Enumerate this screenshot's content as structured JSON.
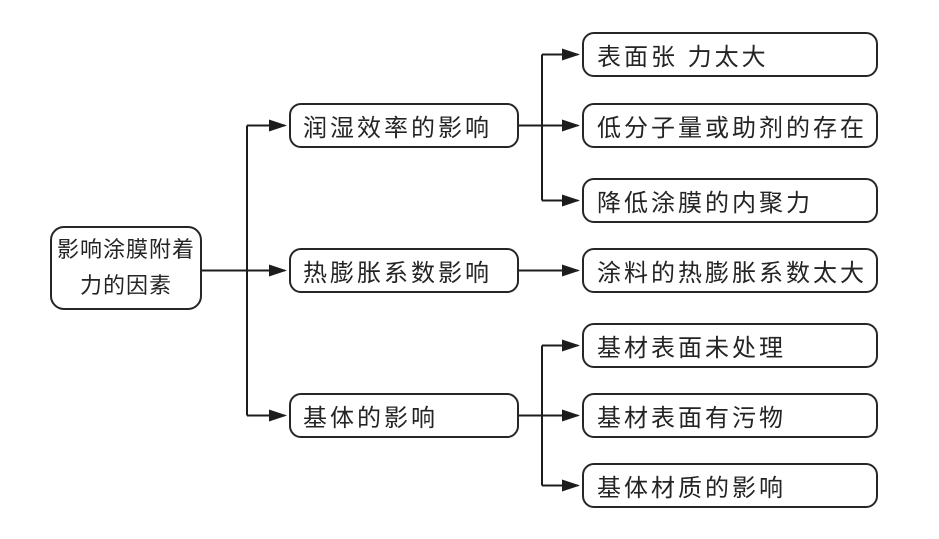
{
  "diagram": {
    "title_meaning": "factors-affecting-coating-film-adhesion",
    "root": {
      "line1": "影响涂膜附着",
      "line2": "力的因素"
    },
    "branches": [
      {
        "label": "润湿效率的影响",
        "children": [
          "表面张 力太大",
          "低分子量或助剂的存在",
          "降低涂膜的内聚力"
        ]
      },
      {
        "label": "热膨胀系数影响",
        "children": [
          "涂料的热膨胀系数太大"
        ]
      },
      {
        "label": "基体的影响",
        "children": [
          "基材表面未处理",
          "基材表面有污物",
          "基体材质的影响"
        ]
      }
    ],
    "colors": {
      "line": "#1c1c1c",
      "border": "#262626",
      "text": "#242424",
      "background": "#ffffff"
    }
  }
}
